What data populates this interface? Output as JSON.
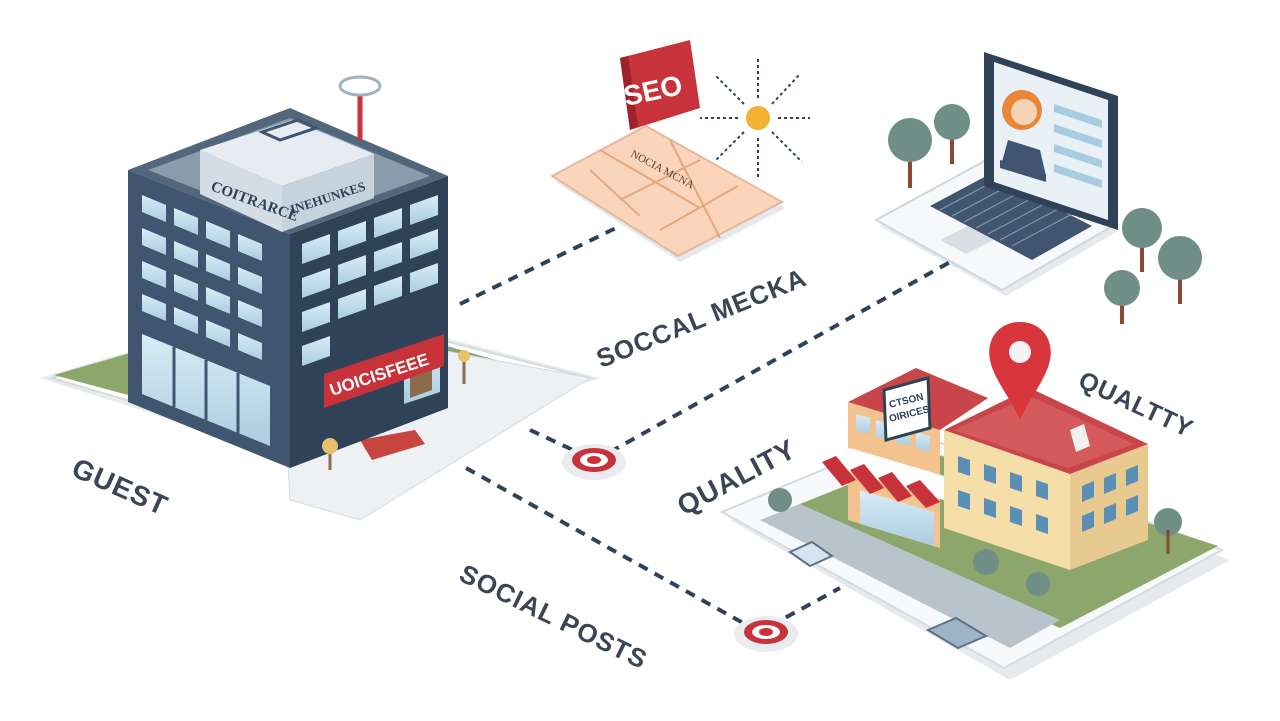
{
  "labels": {
    "guest": "GUEST",
    "social_media": "SOCCAL MECKA",
    "quality_left": "QUALITY",
    "quality_right": "QUALTTY",
    "social_posts": "SOCIAL POSTS"
  },
  "signs": {
    "roof_left": "COITRARCE",
    "roof_right": "INEHUNKES",
    "entrance_banner": "UOICISFEEE",
    "seo_badge": "SEO",
    "map_caption": "NOCIA MCNA",
    "shop_sign_line1": "CTSON",
    "shop_sign_line2": "OIRICES"
  },
  "icons": {
    "pin": "map-pin-icon",
    "target": "target-icon",
    "sun": "sun-icon"
  },
  "colors": {
    "building_dark": "#3f5570",
    "accent_red": "#c8323a",
    "label_text": "#3a4656",
    "lawn": "#8ca66b",
    "tree": "#6f8f86"
  }
}
